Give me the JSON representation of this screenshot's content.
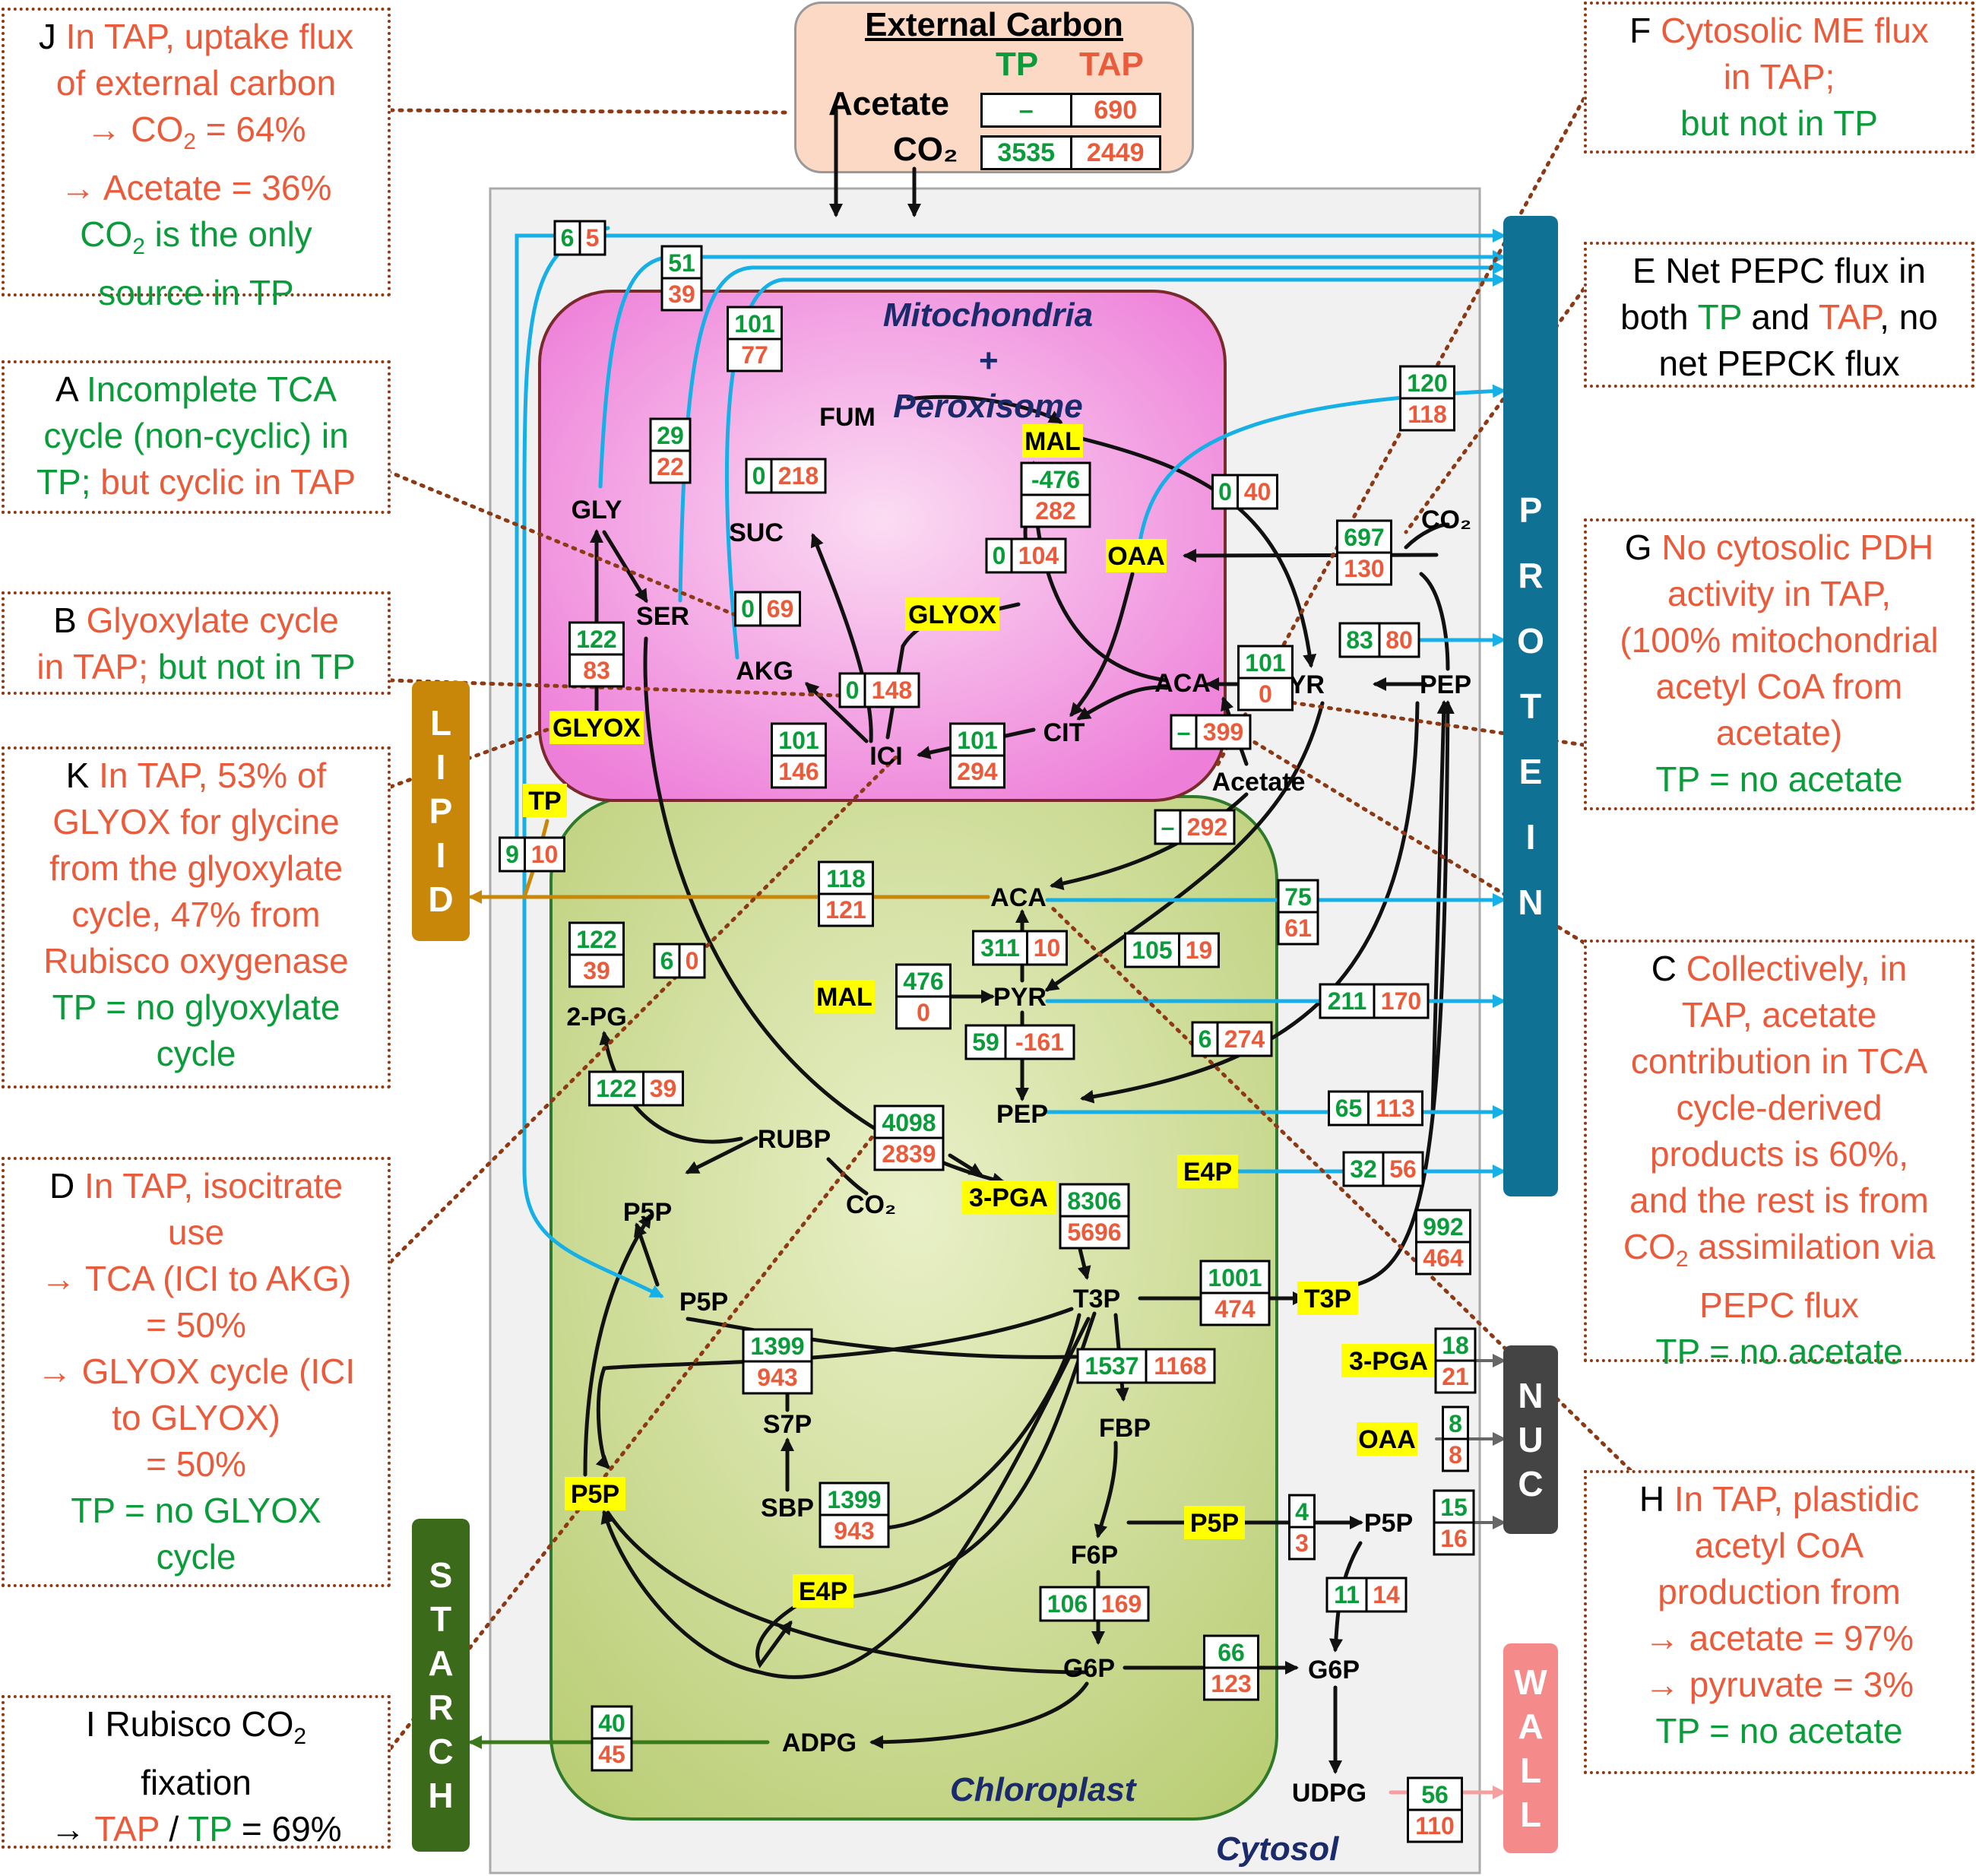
{
  "external": {
    "title": "External Carbon",
    "tp": "TP",
    "tap": "TAP",
    "rows": [
      {
        "label": "Acetate",
        "tp": "–",
        "tap": "690"
      },
      {
        "label": "CO₂",
        "tp": "3535",
        "tap": "2449"
      }
    ]
  },
  "compartments": {
    "mito_line1": "Mitochondria +",
    "mito_line2": "Peroxisome",
    "chloroplast": "Chloroplast",
    "cytosol": "Cytosol"
  },
  "sinks": {
    "protein": [
      "P",
      "R",
      "O",
      "T",
      "E",
      "I",
      "N"
    ],
    "lipid": [
      "L",
      "I",
      "P",
      "I",
      "D"
    ],
    "starch": [
      "S",
      "T",
      "A",
      "R",
      "C",
      "H"
    ],
    "nuc": [
      "N",
      "U",
      "C"
    ],
    "wall": [
      "W",
      "A",
      "L",
      "L"
    ]
  },
  "colors": {
    "tp": "#0a9c3a",
    "tap": "#ea5b3b",
    "protein": "#0f7194",
    "lipid": "#c9870a",
    "starch": "#3b6a1a",
    "nuc": "#444444",
    "wall": "#f48a8a"
  },
  "metabolites": [
    {
      "id": "GLY",
      "label": "GLY",
      "hl": false
    },
    {
      "id": "SER",
      "label": "SER",
      "hl": false
    },
    {
      "id": "FUM",
      "label": "FUM",
      "hl": false
    },
    {
      "id": "MAL_m",
      "label": "MAL",
      "hl": true
    },
    {
      "id": "SUC",
      "label": "SUC",
      "hl": false
    },
    {
      "id": "OAA_m",
      "label": "OAA",
      "hl": true
    },
    {
      "id": "GLYOX_m",
      "label": "GLYOX",
      "hl": true
    },
    {
      "id": "AKG",
      "label": "AKG",
      "hl": false
    },
    {
      "id": "ACA_m",
      "label": "ACA",
      "hl": false
    },
    {
      "id": "PYR_c",
      "label": "PYR",
      "hl": false
    },
    {
      "id": "PEP_c",
      "label": "PEP",
      "hl": false
    },
    {
      "id": "CIT",
      "label": "CIT",
      "hl": false
    },
    {
      "id": "ICI",
      "label": "ICI",
      "hl": false
    },
    {
      "id": "GLYOX_l",
      "label": "GLYOX",
      "hl": true
    },
    {
      "id": "TP",
      "label": "TP",
      "hl": true
    },
    {
      "id": "Acetate",
      "label": "Acetate",
      "hl": false
    },
    {
      "id": "ACA_p",
      "label": "ACA",
      "hl": false
    },
    {
      "id": "2PG",
      "label": "2-PG",
      "hl": false
    },
    {
      "id": "MAL_p",
      "label": "MAL",
      "hl": true
    },
    {
      "id": "PYR_p",
      "label": "PYR",
      "hl": false
    },
    {
      "id": "PEP_p",
      "label": "PEP",
      "hl": false
    },
    {
      "id": "RUBP",
      "label": "RUBP",
      "hl": false
    },
    {
      "id": "P5P_a",
      "label": "P5P",
      "hl": false
    },
    {
      "id": "CO2_p",
      "label": "CO₂",
      "hl": false
    },
    {
      "id": "3PGA_p",
      "label": "3-PGA",
      "hl": true
    },
    {
      "id": "E4P_c",
      "label": "E4P",
      "hl": true
    },
    {
      "id": "P5P_b",
      "label": "P5P",
      "hl": false
    },
    {
      "id": "T3P_p",
      "label": "T3P",
      "hl": false
    },
    {
      "id": "T3P_c",
      "label": "T3P",
      "hl": true
    },
    {
      "id": "3PGA_c",
      "label": "3-PGA",
      "hl": true
    },
    {
      "id": "S7P",
      "label": "S7P",
      "hl": false
    },
    {
      "id": "FBP",
      "label": "FBP",
      "hl": false
    },
    {
      "id": "OAA_c",
      "label": "OAA",
      "hl": true
    },
    {
      "id": "P5P_l",
      "label": "P5P",
      "hl": true
    },
    {
      "id": "SBP",
      "label": "SBP",
      "hl": false
    },
    {
      "id": "P5P_y",
      "label": "P5P",
      "hl": true
    },
    {
      "id": "P5P_c",
      "label": "P5P",
      "hl": false
    },
    {
      "id": "F6P",
      "label": "F6P",
      "hl": false
    },
    {
      "id": "E4P_p",
      "label": "E4P",
      "hl": true
    },
    {
      "id": "G6P_p",
      "label": "G6P",
      "hl": false
    },
    {
      "id": "G6P_c",
      "label": "G6P",
      "hl": false
    },
    {
      "id": "ADPG",
      "label": "ADPG",
      "hl": false
    },
    {
      "id": "UDPG",
      "label": "UDPG",
      "hl": false
    },
    {
      "id": "CO2_m",
      "label": "CO₂",
      "hl": false
    }
  ],
  "fluxes": [
    {
      "tp": "6",
      "tap": "5",
      "o": "h"
    },
    {
      "tp": "51",
      "tap": "39",
      "o": "v"
    },
    {
      "tp": "101",
      "tap": "77",
      "o": "v"
    },
    {
      "tp": "120",
      "tap": "118",
      "o": "v"
    },
    {
      "tp": "29",
      "tap": "22",
      "o": "v"
    },
    {
      "tp": "0",
      "tap": "218",
      "o": "h"
    },
    {
      "tp": "0",
      "tap": "40",
      "o": "h"
    },
    {
      "tp": "-476",
      "tap": "282",
      "o": "v"
    },
    {
      "tp": "697",
      "tap": "130",
      "o": "v"
    },
    {
      "tp": "0",
      "tap": "104",
      "o": "h"
    },
    {
      "tp": "0",
      "tap": "69",
      "o": "h"
    },
    {
      "tp": "122",
      "tap": "83",
      "o": "v"
    },
    {
      "tp": "83",
      "tap": "80",
      "o": "h"
    },
    {
      "tp": "101",
      "tap": "0",
      "o": "v"
    },
    {
      "tp": "0",
      "tap": "148",
      "o": "h"
    },
    {
      "tp": "–",
      "tap": "399",
      "o": "h"
    },
    {
      "tp": "101",
      "tap": "146",
      "o": "v"
    },
    {
      "tp": "101",
      "tap": "294",
      "o": "v"
    },
    {
      "tp": "–",
      "tap": "292",
      "o": "h"
    },
    {
      "tp": "9",
      "tap": "10",
      "o": "h"
    },
    {
      "tp": "118",
      "tap": "121",
      "o": "v"
    },
    {
      "tp": "75",
      "tap": "61",
      "o": "v"
    },
    {
      "tp": "122",
      "tap": "39",
      "o": "v"
    },
    {
      "tp": "311",
      "tap": "10",
      "o": "h"
    },
    {
      "tp": "105",
      "tap": "19",
      "o": "h"
    },
    {
      "tp": "6",
      "tap": "0",
      "o": "h"
    },
    {
      "tp": "476",
      "tap": "0",
      "o": "v"
    },
    {
      "tp": "211",
      "tap": "170",
      "o": "h"
    },
    {
      "tp": "59",
      "tap": "-161",
      "o": "h"
    },
    {
      "tp": "6",
      "tap": "274",
      "o": "h"
    },
    {
      "tp": "122",
      "tap": "39",
      "o": "h"
    },
    {
      "tp": "65",
      "tap": "113",
      "o": "h"
    },
    {
      "tp": "4098",
      "tap": "2839",
      "o": "v"
    },
    {
      "tp": "8306",
      "tap": "5696",
      "o": "v"
    },
    {
      "tp": "32",
      "tap": "56",
      "o": "h"
    },
    {
      "tp": "992",
      "tap": "464",
      "o": "v"
    },
    {
      "tp": "1001",
      "tap": "474",
      "o": "v"
    },
    {
      "tp": "1399",
      "tap": "943",
      "o": "v"
    },
    {
      "tp": "18",
      "tap": "21",
      "o": "v"
    },
    {
      "tp": "1537",
      "tap": "1168",
      "o": "h"
    },
    {
      "tp": "8",
      "tap": "8",
      "o": "v"
    },
    {
      "tp": "1399",
      "tap": "943",
      "o": "v"
    },
    {
      "tp": "4",
      "tap": "3",
      "o": "v"
    },
    {
      "tp": "15",
      "tap": "16",
      "o": "v"
    },
    {
      "tp": "11",
      "tap": "14",
      "o": "h"
    },
    {
      "tp": "106",
      "tap": "169",
      "o": "h"
    },
    {
      "tp": "66",
      "tap": "123",
      "o": "v"
    },
    {
      "tp": "40",
      "tap": "45",
      "o": "v"
    },
    {
      "tp": "56",
      "tap": "110",
      "o": "v"
    }
  ],
  "notes": {
    "J": [
      [
        [
          "k",
          "J  "
        ],
        [
          "o",
          "In TAP, uptake flux"
        ]
      ],
      [
        [
          "o",
          "of external carbon"
        ]
      ],
      [
        [
          "o",
          "→ CO"
        ],
        [
          "osub",
          "2"
        ],
        [
          "o",
          " = 64%"
        ]
      ],
      [
        [
          "o",
          "→ Acetate = 36%"
        ]
      ],
      [
        [
          "g",
          "CO"
        ],
        [
          "gsub",
          "2"
        ],
        [
          "g",
          " is the only"
        ]
      ],
      [
        [
          "g",
          "source in TP"
        ]
      ]
    ],
    "A": [
      [
        [
          "k",
          "A  "
        ],
        [
          "g",
          "Incomplete TCA"
        ]
      ],
      [
        [
          "g",
          "cycle (non-cyclic) in"
        ]
      ],
      [
        [
          "g",
          "TP; "
        ],
        [
          "o",
          "but cyclic in TAP"
        ]
      ]
    ],
    "B": [
      [
        [
          "k",
          "B  "
        ],
        [
          "o",
          "Glyoxylate cycle"
        ]
      ],
      [
        [
          "o",
          "in TAP; "
        ],
        [
          "g",
          "but not in TP"
        ]
      ]
    ],
    "K": [
      [
        [
          "k",
          "K  "
        ],
        [
          "o",
          "In TAP, 53% of"
        ]
      ],
      [
        [
          "o",
          "GLYOX for glycine"
        ]
      ],
      [
        [
          "o",
          "from the glyoxylate"
        ]
      ],
      [
        [
          "o",
          "cycle, 47% from"
        ]
      ],
      [
        [
          "o",
          "Rubisco oxygenase"
        ]
      ],
      [
        [
          "g",
          "TP = no glyoxylate"
        ]
      ],
      [
        [
          "g",
          "cycle"
        ]
      ]
    ],
    "D": [
      [
        [
          "k",
          "D  "
        ],
        [
          "o",
          "In TAP, isocitrate"
        ]
      ],
      [
        [
          "o",
          "use"
        ]
      ],
      [
        [
          "o",
          "→ TCA (ICI to AKG)"
        ]
      ],
      [
        [
          "o",
          "= 50%"
        ]
      ],
      [
        [
          "o",
          "→ GLYOX cycle (ICI"
        ]
      ],
      [
        [
          "o",
          "to GLYOX)"
        ]
      ],
      [
        [
          "o",
          "= 50%"
        ]
      ],
      [
        [
          "g",
          "TP = no GLYOX"
        ]
      ],
      [
        [
          "g",
          "cycle"
        ]
      ]
    ],
    "I": [
      [
        [
          "k",
          "I  Rubisco CO"
        ],
        [
          "ksub",
          "2"
        ]
      ],
      [
        [
          "k",
          "fixation"
        ]
      ],
      [
        [
          "k",
          "→ "
        ],
        [
          "o",
          "TAP"
        ],
        [
          "k",
          " / "
        ],
        [
          "g",
          "TP"
        ],
        [
          "k",
          " = 69%"
        ]
      ]
    ],
    "F": [
      [
        [
          "k",
          "F  "
        ],
        [
          "o",
          "Cytosolic ME flux"
        ]
      ],
      [
        [
          "o",
          "in TAP;"
        ]
      ],
      [
        [
          "g",
          "but not in TP"
        ]
      ]
    ],
    "E": [
      [
        [
          "k",
          "E  Net PEPC flux in"
        ]
      ],
      [
        [
          "k",
          "both "
        ],
        [
          "g",
          "TP"
        ],
        [
          "k",
          " and "
        ],
        [
          "o",
          "TAP"
        ],
        [
          "k",
          ", no"
        ]
      ],
      [
        [
          "k",
          "net PEPCK flux"
        ]
      ]
    ],
    "G": [
      [
        [
          "k",
          "G  "
        ],
        [
          "o",
          "No cytosolic PDH"
        ]
      ],
      [
        [
          "o",
          "activity in TAP,"
        ]
      ],
      [
        [
          "o",
          "(100% mitochondrial"
        ]
      ],
      [
        [
          "o",
          "acetyl CoA from"
        ]
      ],
      [
        [
          "o",
          "acetate)"
        ]
      ],
      [
        [
          "g",
          "TP = no acetate"
        ]
      ]
    ],
    "C": [
      [
        [
          "k",
          "C  "
        ],
        [
          "o",
          "Collectively, in"
        ]
      ],
      [
        [
          "o",
          "TAP, acetate"
        ]
      ],
      [
        [
          "o",
          "contribution in TCA"
        ]
      ],
      [
        [
          "o",
          "cycle-derived"
        ]
      ],
      [
        [
          "o",
          "products is 60%,"
        ]
      ],
      [
        [
          "o",
          "and the rest is from"
        ]
      ],
      [
        [
          "o",
          "CO"
        ],
        [
          "osub",
          "2"
        ],
        [
          "o",
          " assimilation via"
        ]
      ],
      [
        [
          "o",
          "PEPC flux"
        ]
      ],
      [
        [
          "g",
          "TP = no acetate"
        ]
      ]
    ],
    "H": [
      [
        [
          "k",
          "H  "
        ],
        [
          "o",
          "In TAP, plastidic"
        ]
      ],
      [
        [
          "o",
          "acetyl CoA"
        ]
      ],
      [
        [
          "o",
          "production from"
        ]
      ],
      [
        [
          "o",
          "→ acetate = 97%"
        ]
      ],
      [
        [
          "o",
          "→ pyruvate = 3%"
        ]
      ],
      [
        [
          "g",
          "TP = no acetate"
        ]
      ]
    ]
  }
}
